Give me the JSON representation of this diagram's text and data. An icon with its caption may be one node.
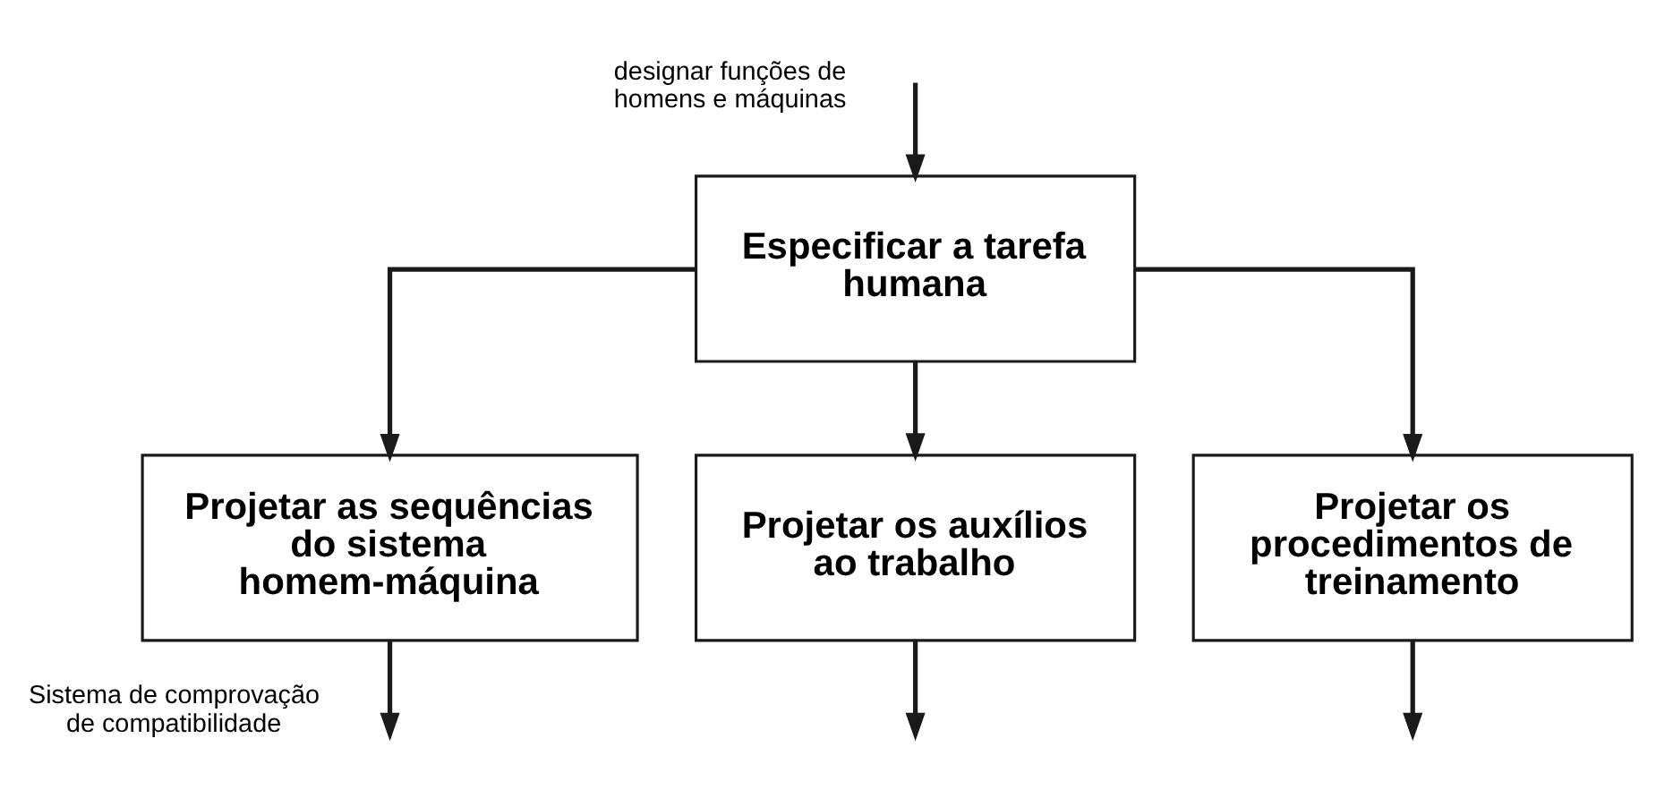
{
  "diagram": {
    "nodes": [
      {
        "text": [
          "Especificar a tarefa humana"
        ]
      },
      {
        "text": [
          "Projetar as sequências do sistema homem-máquina"
        ]
      },
      {
        "text": [
          "Projetar os auxílios ao trabalho"
        ]
      },
      {
        "text": [
          "Projetar os procedimentos de treinamento"
        ]
      }
    ],
    "edges": [
      {
        "from": null,
        "to": 0,
        "arrow": "to",
        "label": "designar funções de homens e máquinas"
      },
      {
        "from": 0,
        "to": 1,
        "arrow": "to"
      },
      {
        "from": 0,
        "to": 2,
        "arrow": "to"
      },
      {
        "from": 0,
        "to": 3,
        "arrow": "to"
      },
      {
        "from": 1,
        "to": null,
        "arrow": "to",
        "label": "Sistema de comprovação de compatibilidade"
      },
      {
        "from": 2,
        "to": null,
        "arrow": "to"
      },
      {
        "from": 3,
        "to": null,
        "arrow": "to"
      }
    ]
  }
}
